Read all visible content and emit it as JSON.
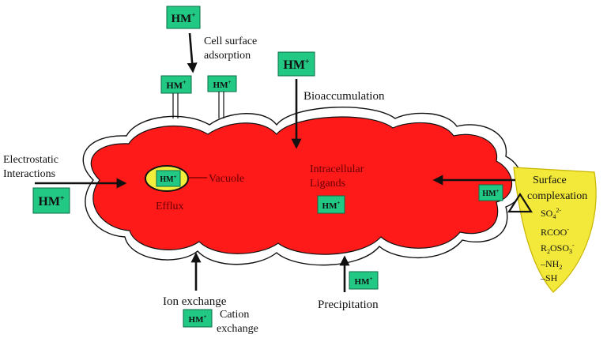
{
  "colors": {
    "cell_fill": "#ff1a1a",
    "badge_fill": "#22c985",
    "vacuole_fill": "#f3ee3c",
    "shield_fill": "#f3e93a"
  },
  "hm_label": "HM",
  "hm_charge": "+",
  "labels": {
    "cell_surface_adsorption_1": "Cell surface",
    "cell_surface_adsorption_2": "adsorption",
    "bioaccumulation": "Bioaccumulation",
    "electrostatic_1": "Electrostatic",
    "electrostatic_2": "Interactions",
    "vacuole": "Vacuole",
    "efflux": "Efflux",
    "intracellular_1": "Intracellular",
    "intracellular_2": "Ligands",
    "ion_exchange": "Ion exchange",
    "cation_exchange_1": "Cation",
    "cation_exchange_2": "exchange",
    "precipitation": "Precipitation",
    "surface_complexation_1": "Surface",
    "surface_complexation_2": "complexation"
  },
  "functional_groups": {
    "sulfate": "SO",
    "sulfate_sub": "4",
    "sulfate_sup": "2-",
    "carboxylate": "RCOO",
    "carboxylate_sup": "-",
    "sulfonate_pre": "R",
    "sulfonate_sub1": "2",
    "sulfonate_mid": "OSO",
    "sulfonate_sub2": "3",
    "sulfonate_sup": "-",
    "amine": "–NH",
    "amine_sub": "2",
    "thiol": "–SH"
  }
}
